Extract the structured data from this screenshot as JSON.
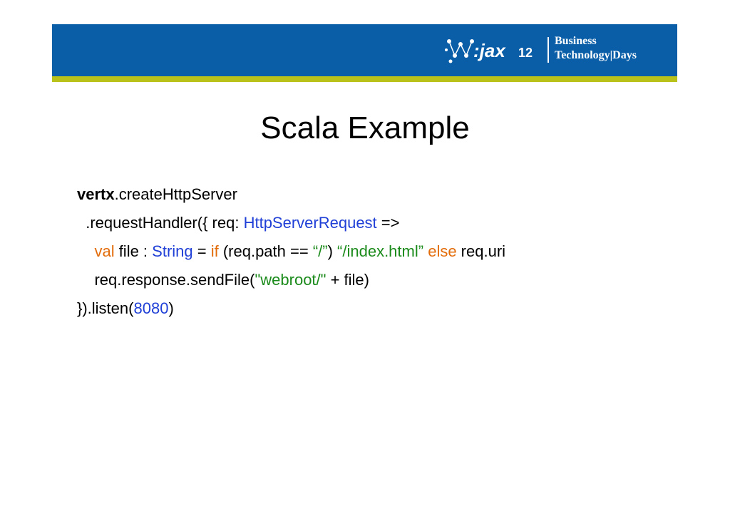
{
  "header": {
    "logo_main": "W-JAX",
    "logo_year": "12",
    "tagline_line1": "Business",
    "tagline_line2": "Technology|Days"
  },
  "slide": {
    "title": "Scala Example"
  },
  "code": {
    "line1": {
      "obj": "vertx",
      "rest": ".createHttpServer"
    },
    "line2": {
      "pre": "  .requestHandler({ req: ",
      "type": "HttpServerRequest",
      "post": " =>"
    },
    "line3": {
      "indent": "    ",
      "val": "val",
      "a": " file : ",
      "type": "String",
      "b": " = ",
      "if": "if",
      "c": " (req.path == ",
      "s1": "“/”",
      "d": ") ",
      "s2": "“/index.html”",
      "e": " ",
      "else": "else",
      "f": " req.uri"
    },
    "line4": {
      "indent": "    ",
      "pre": "req.response.sendFile(",
      "str": "\"webroot/\"",
      "post": " + file)"
    },
    "line5": {
      "pre": "}).listen(",
      "num": "8080",
      "post": ")"
    }
  },
  "colors": {
    "banner": "#0a5ea8",
    "stripe": "#b8c21a",
    "keyword": "#e36c0a",
    "type": "#1f3fd6",
    "string": "#1a8a1a"
  }
}
